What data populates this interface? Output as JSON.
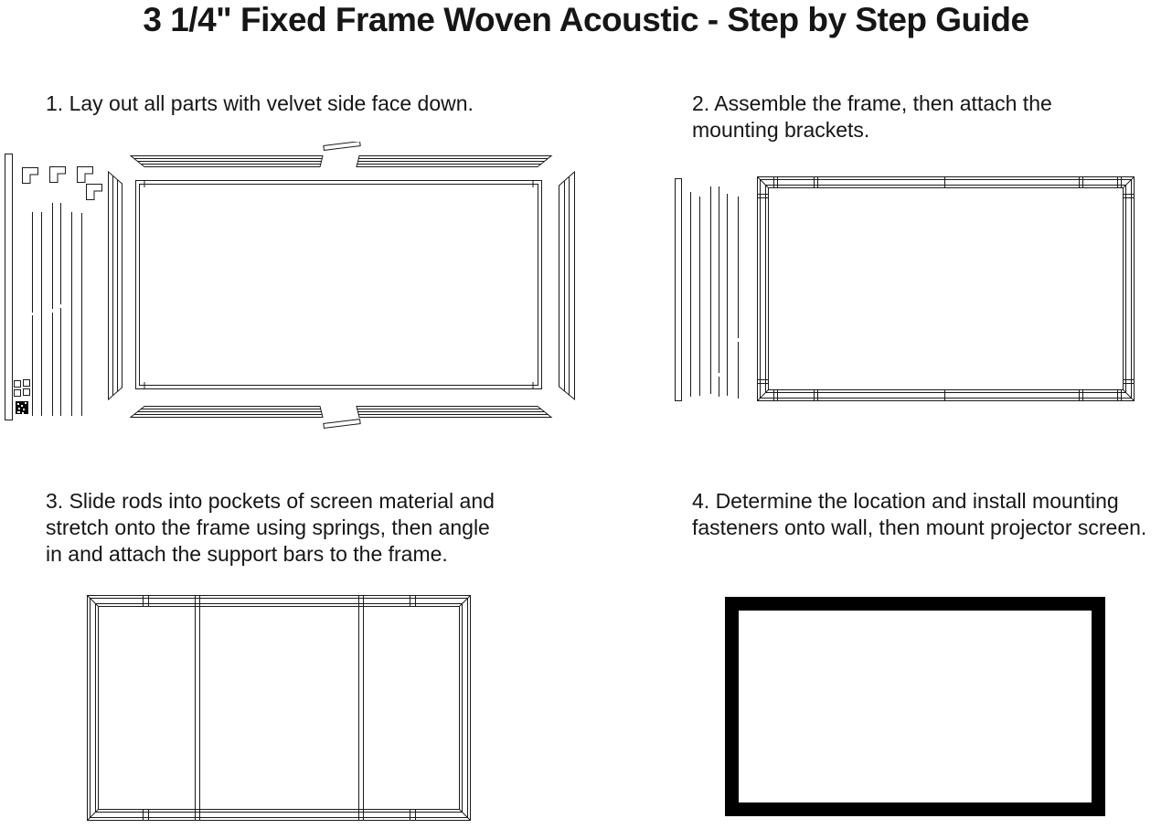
{
  "title": "3 1/4\" Fixed Frame Woven Acoustic - Step by Step Guide",
  "steps": [
    {
      "id": 1,
      "lines": [
        "1. Lay out all parts with velvet side face down."
      ],
      "diagram": "exploded-parts-layout",
      "parts": [
        "corner-brackets",
        "wall-mount-bar",
        "tension-rods",
        "hardware-screws",
        "side-rails",
        "top-rail",
        "bottom-rail",
        "splice-plates",
        "screen-material"
      ]
    },
    {
      "id": 2,
      "lines": [
        "2. Assemble the frame, then attach the",
        "mounting brackets."
      ],
      "diagram": "assembled-frame-with-mounting-brackets",
      "parts": [
        "wall-mount-bar",
        "tension-rods",
        "assembled-frame",
        "mounting-bracket-marks"
      ]
    },
    {
      "id": 3,
      "lines": [
        "3. Slide rods into pockets of screen material and",
        "stretch onto the frame using springs, then angle",
        "in and attach the support bars to the frame."
      ],
      "diagram": "frame-with-support-bars",
      "parts": [
        "assembled-frame",
        "support-bars",
        "bracket-marks"
      ]
    },
    {
      "id": 4,
      "lines": [
        "4. Determine the location and install mounting",
        "fasteners onto wall, then mount projector screen."
      ],
      "diagram": "mounted-screen-front-view",
      "parts": [
        "black-velvet-frame",
        "screen-surface"
      ]
    }
  ],
  "colors": {
    "background": "#ffffff",
    "text": "#161616",
    "line": "#1a1a1a",
    "frame_black": "#000000"
  }
}
